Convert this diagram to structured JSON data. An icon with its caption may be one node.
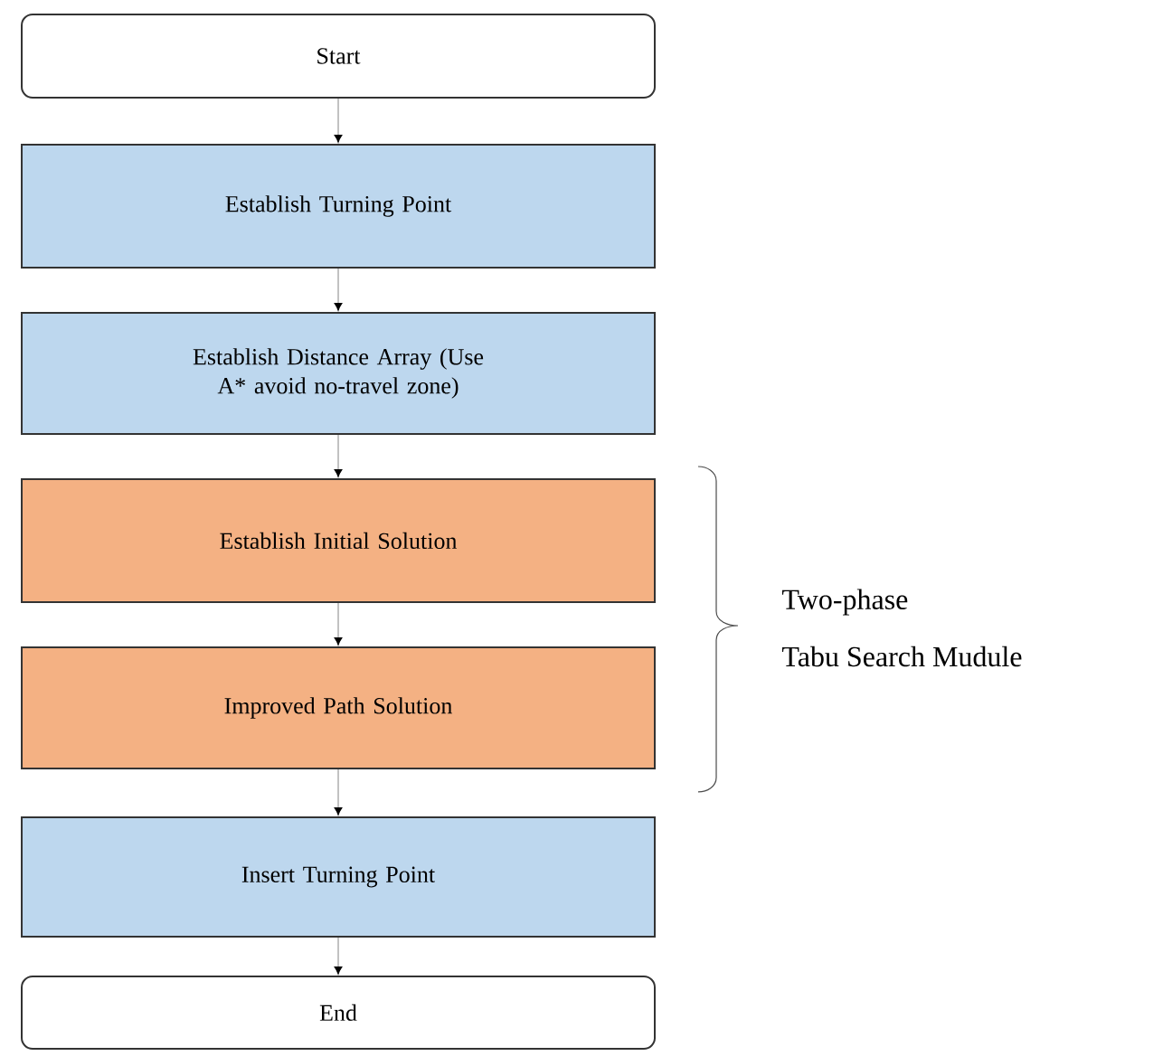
{
  "diagram": {
    "nodes": [
      {
        "text": [
          "Start"
        ]
      },
      {
        "text": [
          "Establish Turning Point"
        ]
      },
      {
        "text": [
          "Establish Distance Array (Use A* avoid no-travel zone)"
        ]
      },
      {
        "text": [
          "Establish Initial Solution"
        ]
      },
      {
        "text": [
          "Improved Path Solution"
        ]
      },
      {
        "text": [
          "Insert Turning Point"
        ]
      },
      {
        "text": [
          "End"
        ]
      }
    ],
    "edges": [
      {
        "from": 0,
        "to": 1,
        "arrow": "to"
      },
      {
        "from": 1,
        "to": 2,
        "arrow": "to"
      },
      {
        "from": 2,
        "to": 3,
        "arrow": "to"
      },
      {
        "from": 3,
        "to": 4,
        "arrow": "to"
      },
      {
        "from": 4,
        "to": 5,
        "arrow": "to"
      },
      {
        "from": 5,
        "to": 6,
        "arrow": "to"
      }
    ],
    "labels": [
      "Two-phase",
      "Tabu Search Mudule"
    ]
  }
}
